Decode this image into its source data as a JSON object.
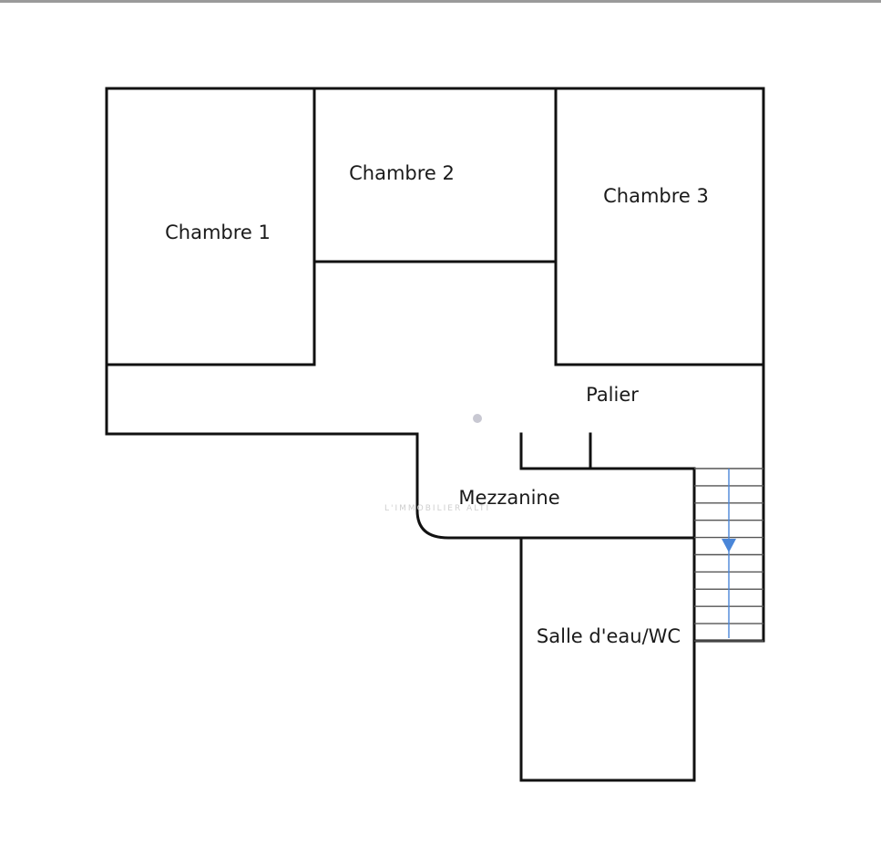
{
  "rooms": {
    "chambre1": "Chambre 1",
    "chambre2": "Chambre 2",
    "chambre3": "Chambre 3",
    "palier": "Palier",
    "mezzanine": "Mezzanine",
    "salle_eau": "Salle d'eau/WC"
  },
  "watermark": "L'IMMOBILIER ALTI",
  "colors": {
    "walls": "#111111",
    "stair_arrow": "#4a86d8",
    "background": "#ffffff"
  }
}
